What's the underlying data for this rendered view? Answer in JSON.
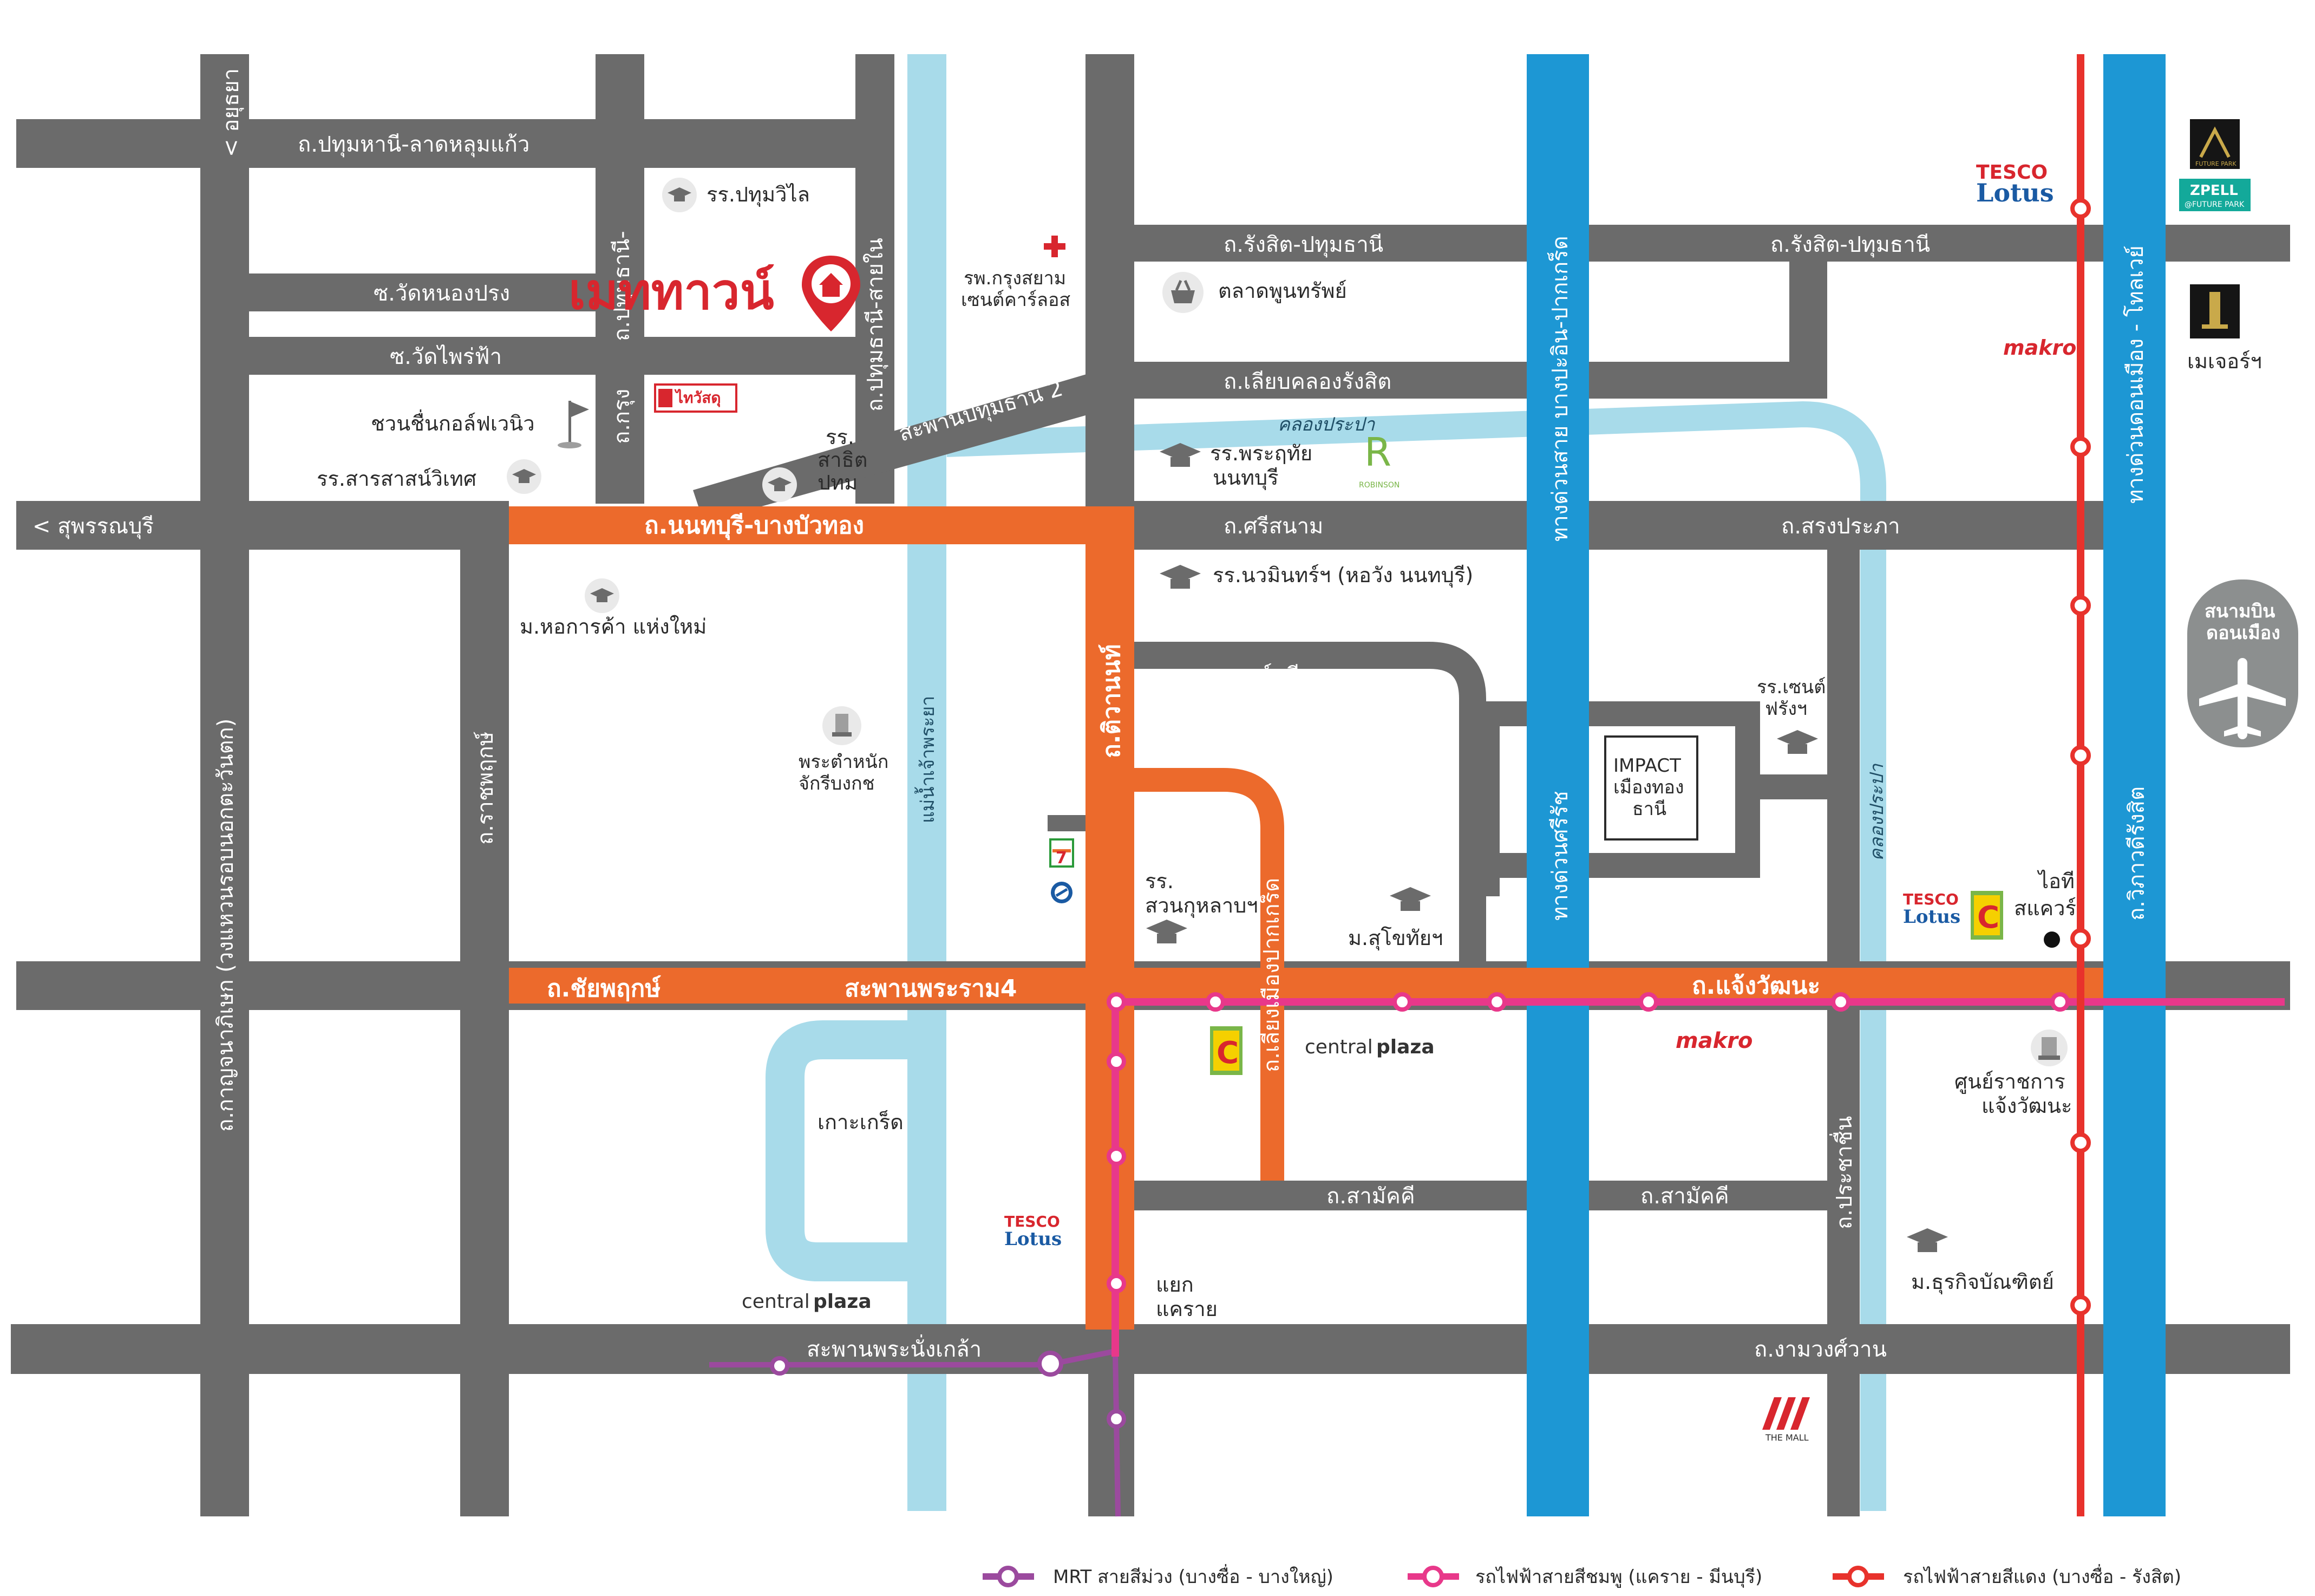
{
  "roads": {
    "pathum_lat": "ถ.ปทุมหานี-ลาดหลุมแก้ว",
    "ayutthaya": "< อยุธยา",
    "suphanburi": "< สุพรรณบุรี",
    "soi_nong_prong": "ซ.วัดหนองปรง",
    "soi_phai_fa": "ซ.วัดไพร่ฟ้า",
    "krung": "ถ.กรุง",
    "pathum_kao": "ถ.ปทุมธานี-",
    "pathum_sainai": "ถ.ปทุมธานี-สายใน",
    "bridge_pathum2": "สะพานปทุมธานี 2",
    "rangsit_pathum_1": "ถ.รังสิต-ปทุมธานี",
    "rangsit_pathum_2": "ถ.รังสิต-ปทุมธานี",
    "liab_rangsit": "ถ.เลียบคลองรังสิต",
    "nonthaburi_bangbuathong": "ถ.นนทบุรี-บางบัวทอง",
    "sri_sanam": "ถ.ศรีสนาม",
    "song_prapa": "ถ.สรงประภา",
    "bond_street": "ถ.บอนด์สตีท",
    "tiwanon": "ถ.ติวานนท์",
    "ratchaphruek": "ถ.ราชพฤกษ์",
    "kanchanaphisek": "ถ.กาญจนาภิเษก (วงแหวนรอบนอกตะวันตก)",
    "chaiyaphruek": "ถ.ชัยพฤกษ์",
    "rama4_bridge": "สะพานพระราม4",
    "chaengwattana": "ถ.แจ้งวัฒนะ",
    "liab_pakkret": "ถ.เลี่ยงเมืองปากเกร็ด",
    "samakkhi_1": "ถ.สามัคคี",
    "samakkhi_2": "ถ.สามัคคี",
    "prachachuen": "ถ.ประชาชื่น",
    "ngamwongwan": "ถ.งามวงศ์วาน",
    "nang_klao_bridge": "สะพานพระนั่งเกล้า",
    "vibhavadi": "ถ.วิภาวดีรังสิต",
    "expressway_udon": "ทางด่วนสาย บางปะอิน-ปากเกร็ด",
    "expressway_srirat": "ทางด่วนศรีรัช",
    "expressway_donmuang": "ทางด่วนดอนเมือง - โทลเวย์"
  },
  "water": {
    "chao_phraya": "แม่น้ำเจ้าพระยา",
    "khlong_prapa_h": "คลองประปา",
    "khlong_prapa_v": "คลองประปา",
    "koh_kret": "เกาะเกร็ด"
  },
  "places": {
    "brand": "เมททาวน์",
    "pathumwilai": "รร.ปทุมวิไล",
    "thaiwatsadu": "ไทวัสดุ",
    "golf": "ชวนชื่นกอล์ฟเวนิว",
    "sarasas": "รร.สารสาสน์วิเทศ",
    "satit_line1": "รร.",
    "satit_line2": "สาธิต",
    "satit_line3": "ปทม",
    "hospital_line1": "รพ.กรุงสยาม",
    "hospital_line2": "เซนต์คาร์ลอส",
    "market": "ตลาดพูนทรัพย์",
    "phrathai_line1": "รร.พระฤทัย",
    "phrathai_line2": "นนทบุรี",
    "robinson": "ROBINSON",
    "nawamin": "รร.นวมินทร์ฯ (หอวัง นนทบุรี)",
    "utcc": "ม.หอการค้า แห่งใหม่",
    "palace_line1": "พระตำหนัก",
    "palace_line2": "จักรีบงกช",
    "stfrancis_line1": "รร.เซนต์",
    "stfrancis_line2": "ฟรังฯ",
    "impact_line1": "IMPACT",
    "impact_line2": "เมืองทอง",
    "impact_line3": "ธานี",
    "suankularb_line1": "รร.",
    "suankularb_line2": "สวนกุหลาบฯ",
    "stou": "ม.สุโขทัยฯ",
    "it_square_line1": "ไอที",
    "it_square_line2": "สแควร์",
    "airport_line1": "สนามบิน",
    "airport_line2": "ดอนเมือง",
    "gov_center_line1": "ศูนย์ราชการ",
    "gov_center_line2": "แจ้งวัฒนะ",
    "dpu": "ม.ธุรกิจบัณฑิตย์",
    "khae_rai_line1": "แยก",
    "khae_rai_line2": "แคราย",
    "major": "เมเจอร์ฯ",
    "future_park": "FUTURE PARK",
    "zpell_line1": "ZPELL",
    "zpell_line2": "@FUTURE PARK",
    "the_mall": "THE MALL"
  },
  "brands": {
    "tesco": "TESCO",
    "lotus": "Lotus",
    "makro": "makro",
    "central": "central",
    "plaza": "plaza",
    "seven": "7",
    "big_c": "C"
  },
  "legend": {
    "purple": "MRT สายสีม่วง (บางซื่อ - บางใหญ่)",
    "pink": "รถไฟฟ้าสายสีชมพู (แคราย - มีนบุรี)",
    "red": "รถไฟฟ้าสายสีแดง (บางซื่อ - รังสิต)"
  },
  "colors": {
    "road": "#6b6b6b",
    "main_road": "#ec6a2c",
    "river": "#a8dbea",
    "expressway": "#1d97d4",
    "purple_line": "#9b4a9e",
    "pink_line": "#e8388a",
    "red_line": "#e8322c",
    "brand_red": "#d8262e"
  }
}
